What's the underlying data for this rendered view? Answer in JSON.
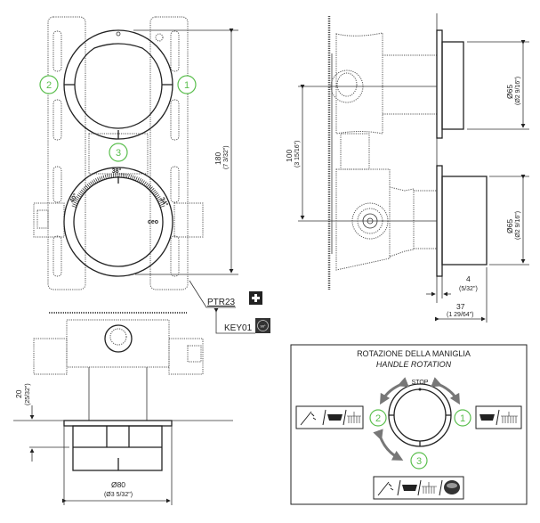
{
  "front_view": {
    "positions": [
      "1",
      "2",
      "3"
    ],
    "height_dim": "180",
    "height_dim_inch": "(7 3/32\")",
    "scale_labels": [
      "38°",
      "40°",
      "34°"
    ],
    "knob_mark": "ceo",
    "part_code_1": "PTR23",
    "part_code_2": "KEY01",
    "key_icon_text": "90°"
  },
  "side_view": {
    "spacing_dim": "100",
    "spacing_dim_inch": "(3 15/16\")",
    "top_diameter": "Ø65",
    "top_diameter_inch": "(Ø2 9/16\")",
    "bottom_diameter": "Ø65",
    "bottom_diameter_inch": "(Ø2 9/16\")",
    "flange_dim": "4",
    "flange_dim_inch": "(5/32\")",
    "depth_dim": "37",
    "depth_dim_inch": "(1 29/64\")"
  },
  "bottom_view": {
    "wall_dim": "20",
    "wall_dim_inch": "(25/32\")",
    "diameter": "Ø80",
    "diameter_inch": "(Ø3 5/32\")"
  },
  "rotation_legend": {
    "title": "ROTAZIONE DELLA MANIGLIA",
    "subtitle": "HANDLE ROTATION",
    "stop_label": "STOP",
    "positions": [
      "1",
      "2",
      "3"
    ],
    "accent_color": "#5bbf4e"
  }
}
